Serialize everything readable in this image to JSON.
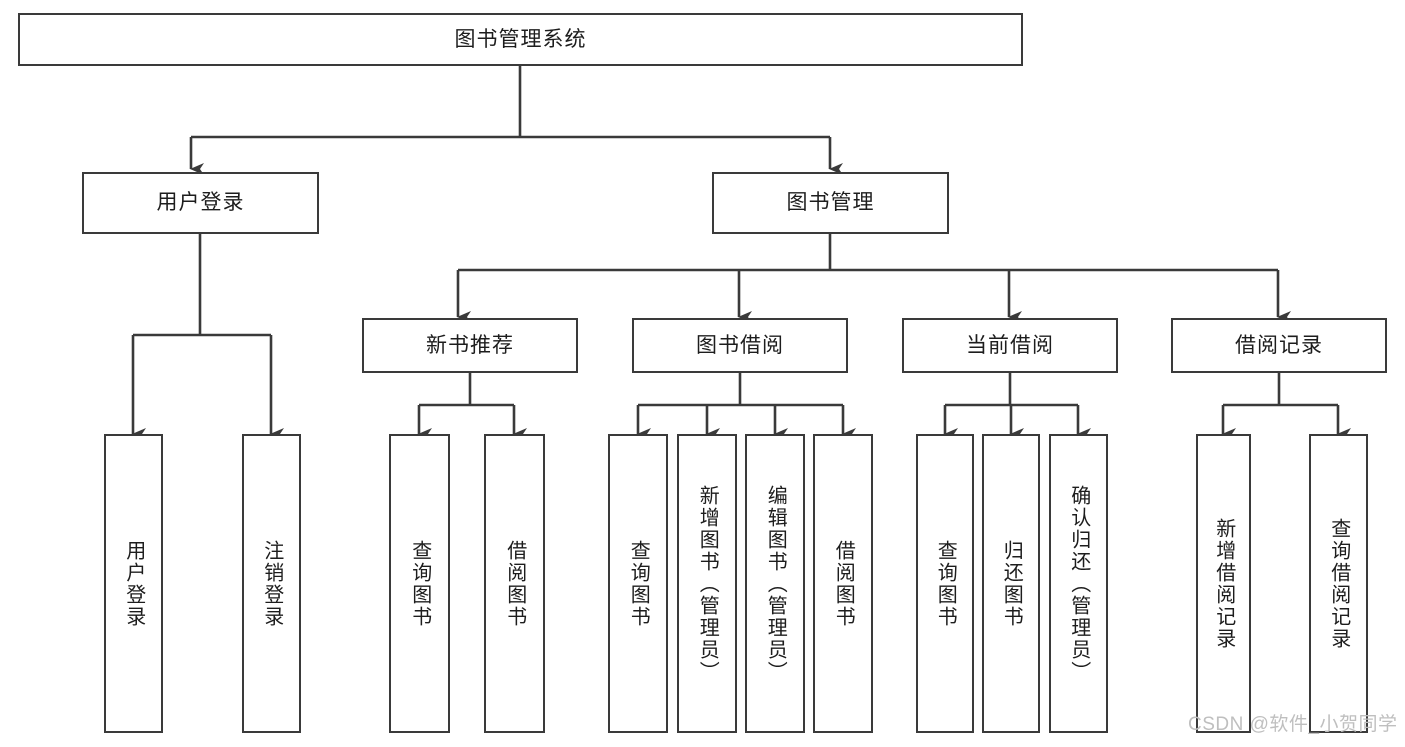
{
  "diagram": {
    "type": "tree",
    "title": "图书管理系统",
    "root": {
      "label": "图书管理系统"
    },
    "level2": [
      {
        "label": "用户登录"
      },
      {
        "label": "图书管理"
      }
    ],
    "level3": [
      {
        "label": "新书推荐"
      },
      {
        "label": "图书借阅"
      },
      {
        "label": "当前借阅"
      },
      {
        "label": "借阅记录"
      }
    ],
    "leaves": {
      "user_login": [
        {
          "label": "用户登录"
        },
        {
          "label": "注销登录"
        }
      ],
      "new_book_recommend": [
        {
          "label": "查询图书"
        },
        {
          "label": "借阅图书"
        }
      ],
      "book_borrow": [
        {
          "label": "查询图书"
        },
        {
          "label": "新增图书（管理员）"
        },
        {
          "label": "编辑图书（管理员）"
        },
        {
          "label": "借阅图书"
        }
      ],
      "current_borrow": [
        {
          "label": "查询图书"
        },
        {
          "label": "归还图书"
        },
        {
          "label": "确认归还（管理员）"
        }
      ],
      "borrow_record": [
        {
          "label": "新增借阅记录"
        },
        {
          "label": "查询借阅记录"
        }
      ]
    },
    "watermark": "CSDN @软件_小贺同学",
    "colors": {
      "stroke": "#3a3a3a",
      "fill": "#ffffff",
      "text": "#1d1d1d",
      "watermark": "#bfbfbf"
    }
  }
}
